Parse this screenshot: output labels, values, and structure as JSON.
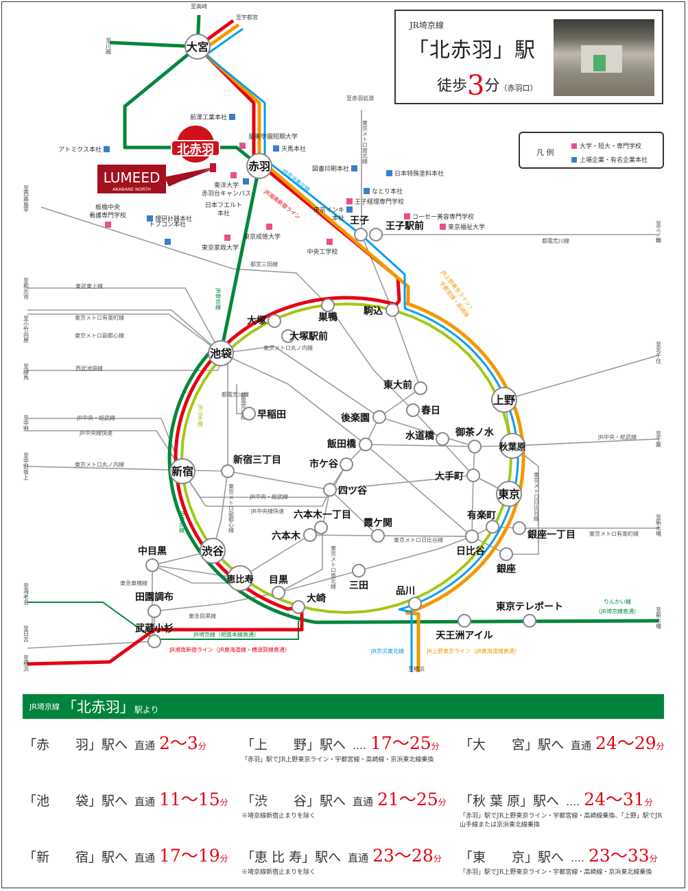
{
  "info_box": {
    "line": "JR埼京線",
    "station": "「北赤羽」駅",
    "walk_prefix": "徒歩",
    "walk_minutes": "3",
    "walk_unit": "分",
    "exit": "（赤羽口）"
  },
  "legend": {
    "title": "凡 例",
    "items": [
      {
        "label": "大学・短大・専門学校",
        "color": "#e8508c"
      },
      {
        "label": "上場企業・有名企業本社",
        "color": "#3d7cc9"
      }
    ]
  },
  "colors": {
    "saikyo": "#00873c",
    "shonan": "#e60012",
    "ueno_tokyo": "#f39800",
    "keihin": "#00a0e9",
    "yamanote": "#a0c814",
    "other": "#9a9a9a",
    "school": "#e8508c",
    "company": "#3d7cc9"
  },
  "property": {
    "logo": "LUMEED",
    "sub": "AKABANE NORTH"
  },
  "home_station": "北赤羽",
  "stations": [
    "大宮",
    "赤羽",
    "王子",
    "王子駅前",
    "池袋",
    "大塚",
    "巣鴨",
    "駒込",
    "大塚駅前",
    "東大前",
    "春日",
    "後楽園",
    "上野",
    "御茶ノ水",
    "秋葉原",
    "水道橋",
    "飯田橋",
    "市ケ谷",
    "四ツ谷",
    "新宿三丁目",
    "新宿",
    "早稲田",
    "大手町",
    "東京",
    "有楽町",
    "日比谷",
    "銀座一丁目",
    "銀座",
    "霞ケ関",
    "六本木一丁目",
    "六本木",
    "三田",
    "品川",
    "天王洲アイル",
    "東京テレポート",
    "大崎",
    "目黒",
    "恵比寿",
    "渋谷",
    "中目黒",
    "田園調布",
    "武蔵小杉"
  ],
  "pois": [
    {
      "name": "前澤工業本社",
      "type": "company"
    },
    {
      "name": "星美学園短期大学",
      "type": "school"
    },
    {
      "name": "天馬本社",
      "type": "company"
    },
    {
      "name": "アトミクス本社",
      "type": "company"
    },
    {
      "name": "東洋大学\n赤羽台キャンパス",
      "type": "school"
    },
    {
      "name": "日本フエルト\n本社",
      "type": "company"
    },
    {
      "name": "図書印刷本社",
      "type": "company"
    },
    {
      "name": "日本特殊塗料本社",
      "type": "company"
    },
    {
      "name": "なとり本社",
      "type": "company"
    },
    {
      "name": "王子経理専門学校",
      "type": "school"
    },
    {
      "name": "東京インキ\n本社",
      "type": "company"
    },
    {
      "name": "コーセー美容専門学校",
      "type": "school"
    },
    {
      "name": "東京福祉大学",
      "type": "school"
    },
    {
      "name": "中央工学校",
      "type": "school"
    },
    {
      "name": "板橋中央\n看護専門学校",
      "type": "school"
    },
    {
      "name": "理研計器本社",
      "type": "company"
    },
    {
      "name": "トプコン本社",
      "type": "company"
    },
    {
      "name": "東京家政大学",
      "type": "school"
    },
    {
      "name": "東京成徳大学",
      "type": "school"
    }
  ],
  "line_labels": [
    "都営三田線",
    "東武東上線",
    "東京メトロ有楽町線",
    "東京メトロ副都心線",
    "西武池袋線",
    "JR中央・総武線",
    "JR中央線快速",
    "東京メトロ丸ノ内線",
    "都電荒川線",
    "東京メトロ丸ノ内線",
    "JR京浜東北線",
    "JR湘南新宿ライン",
    "JR中央・総武線",
    "JR中央線快速",
    "東京メトロ日比谷線",
    "東京メトロ有楽町線",
    "東急東横線",
    "東急目黒線",
    "JR埼京線（相鉄本線直通）",
    "JR湘南新宿ライン（JR東海道線・横須賀線直通）",
    "りんかい線",
    "（JR埼京線直通）",
    "JR京浜東北線",
    "JR上野東京ライン（JR東海道線直通）",
    "JR中央・総武線",
    "都電荒川線",
    "JR上野東京ライン・",
    "宇都宮線・高崎線"
  ],
  "vertical_labels": [
    "JR埼京線",
    "JR山手線",
    "JR埼京線",
    "東京メトロ南北線",
    "東京メトロ副都心線",
    "東京メトロ南北線",
    "東京メトロ日比谷線",
    "都電荒川線"
  ],
  "destinations": [
    "至高崎",
    "至宇都宮",
    "至川越",
    "至赤羽岩淵",
    "至西高島平",
    "至和光市",
    "至小竹向原",
    "至練馬",
    "至中野",
    "至中野坂上",
    "至海老名",
    "至日吉",
    "至横浜",
    "至三ノ輪",
    "至北千住",
    "至千葉",
    "至新木場",
    "至新木場",
    "至横浜"
  ],
  "access": {
    "line": "JR埼京線",
    "station": "「北赤羽」",
    "suffix": "駅より",
    "entries": [
      {
        "dest": "「赤　　羽」駅へ",
        "how": "直通",
        "time": "2〜3",
        "unit": "分",
        "note": ""
      },
      {
        "dest": "「上　　野」駅へ",
        "how": "‥‥",
        "time": "17〜25",
        "unit": "分",
        "note": "「赤羽」駅でJR上野東京ライン・宇都宮線・高崎線・京浜東北線乗換"
      },
      {
        "dest": "「大　　宮」駅へ",
        "how": "直通",
        "time": "24〜29",
        "unit": "分",
        "note": ""
      },
      {
        "dest": "「池　　袋」駅へ",
        "how": "直通",
        "time": "11〜15",
        "unit": "分",
        "note": ""
      },
      {
        "dest": "「渋　　谷」駅へ",
        "how": "直通",
        "time": "21〜25",
        "unit": "分",
        "note": "※埼京線新宿止まりを除く"
      },
      {
        "dest": "「秋 葉 原」駅へ",
        "how": "‥‥",
        "time": "24〜31",
        "unit": "分",
        "note": "「赤羽」駅でJR上野東京ライン・宇都宮線・高崎線乗換、「上野」駅でJR山手線または京浜東北線乗換"
      },
      {
        "dest": "「新　　宿」駅へ",
        "how": "直通",
        "time": "17〜19",
        "unit": "分",
        "note": ""
      },
      {
        "dest": "「恵 比 寿」駅へ",
        "how": "直通",
        "time": "23〜28",
        "unit": "分",
        "note": "※埼京線新宿止まりを除く"
      },
      {
        "dest": "「東　　京」駅へ",
        "how": "‥‥",
        "time": "23〜33",
        "unit": "分",
        "note": "「赤羽」駅でJR上野東京ライン・宇都宮線・高崎線・京浜東北線乗換"
      }
    ]
  }
}
